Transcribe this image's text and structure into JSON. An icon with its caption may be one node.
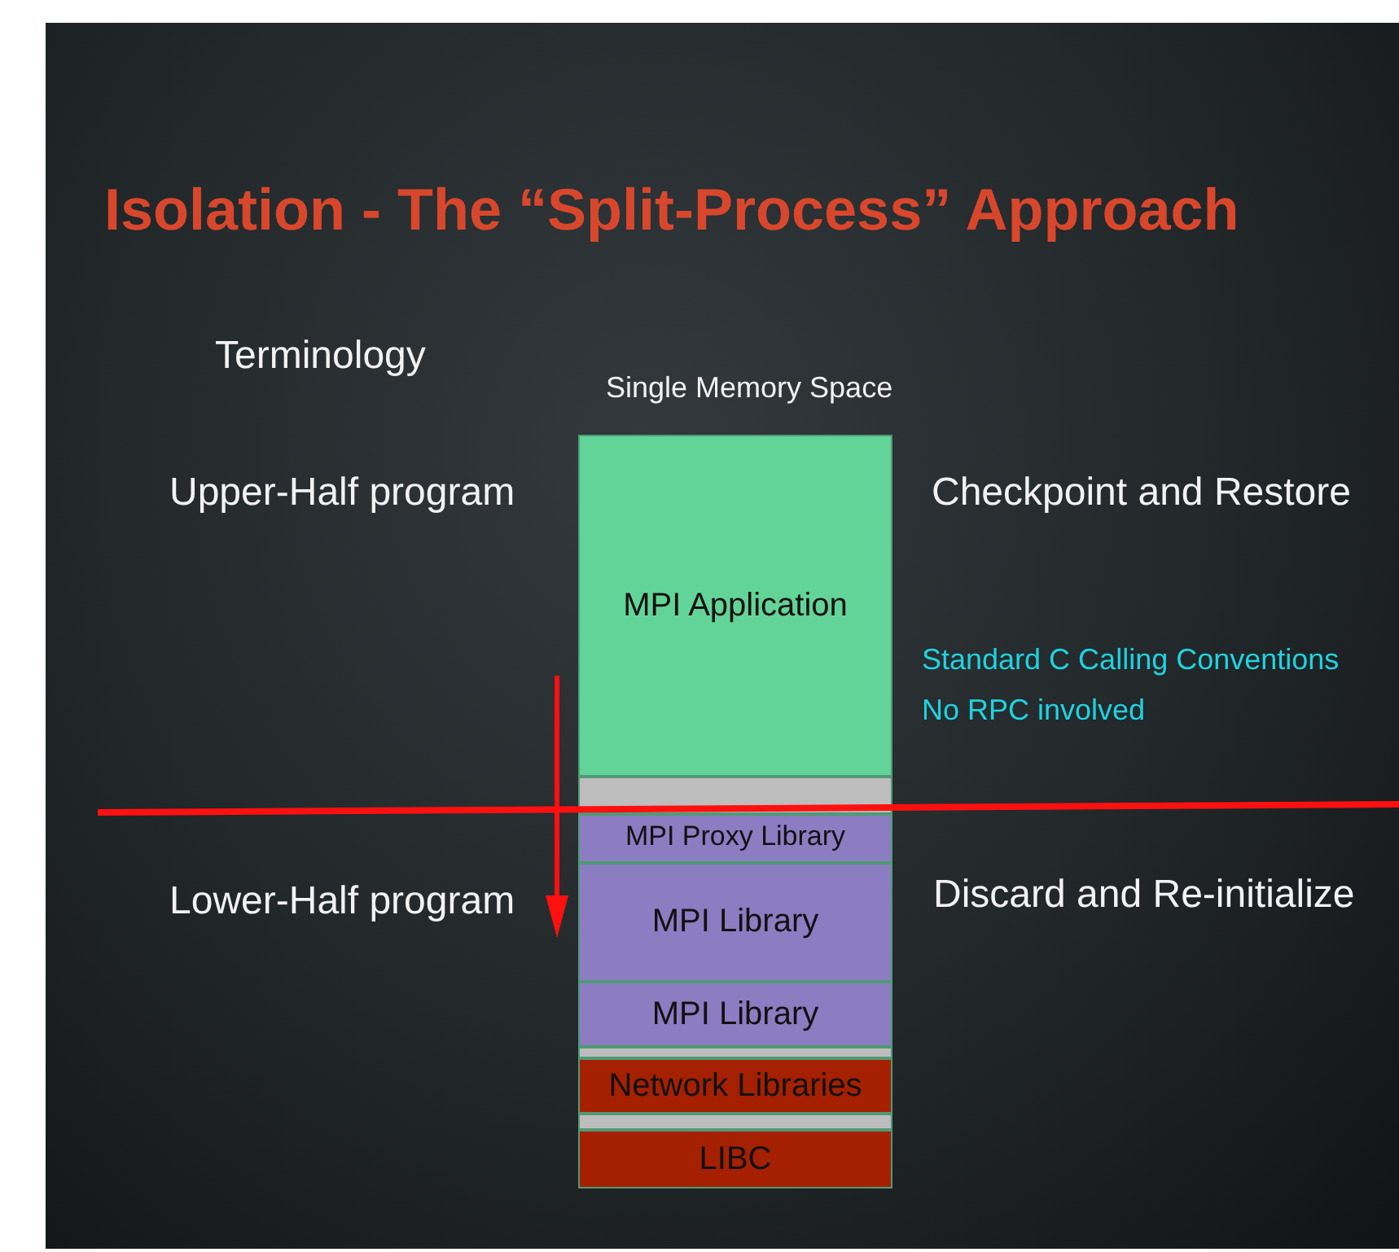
{
  "diagram": {
    "title": "Isolation -  The “Split-Process” Approach",
    "nodes": [
      {
        "text": [
          "MPI Application"
        ]
      },
      {
        "text": [],
        "shape": "bar"
      },
      {
        "text": [
          "MPI Proxy Library"
        ]
      },
      {
        "text": [
          "MPI Library"
        ]
      },
      {
        "text": [
          "MPI Library"
        ]
      },
      {
        "text": [],
        "shape": "bar"
      },
      {
        "text": [
          "Network Libraries"
        ]
      },
      {
        "text": [],
        "shape": "bar"
      },
      {
        "text": [
          "LIBC"
        ]
      }
    ],
    "edges": [],
    "labels": [
      "Terminology",
      "Single Memory Space",
      "Upper-Half program",
      "Checkpoint and Restore",
      "Standard C Calling Conventions",
      "No RPC involved",
      "Lower-Half program",
      "Discard and Re-initialize"
    ]
  }
}
